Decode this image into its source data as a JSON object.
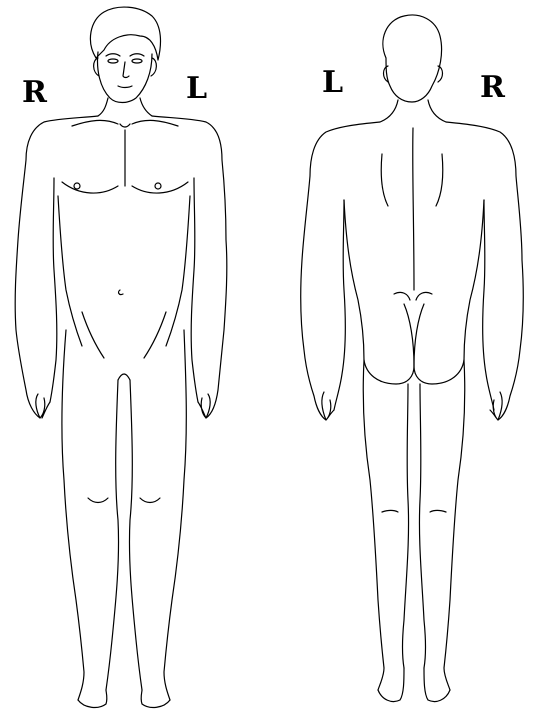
{
  "front_view": {
    "side_label_right": "R",
    "side_label_left": "L"
  },
  "back_view": {
    "side_label_left": "L",
    "side_label_right": "R"
  }
}
